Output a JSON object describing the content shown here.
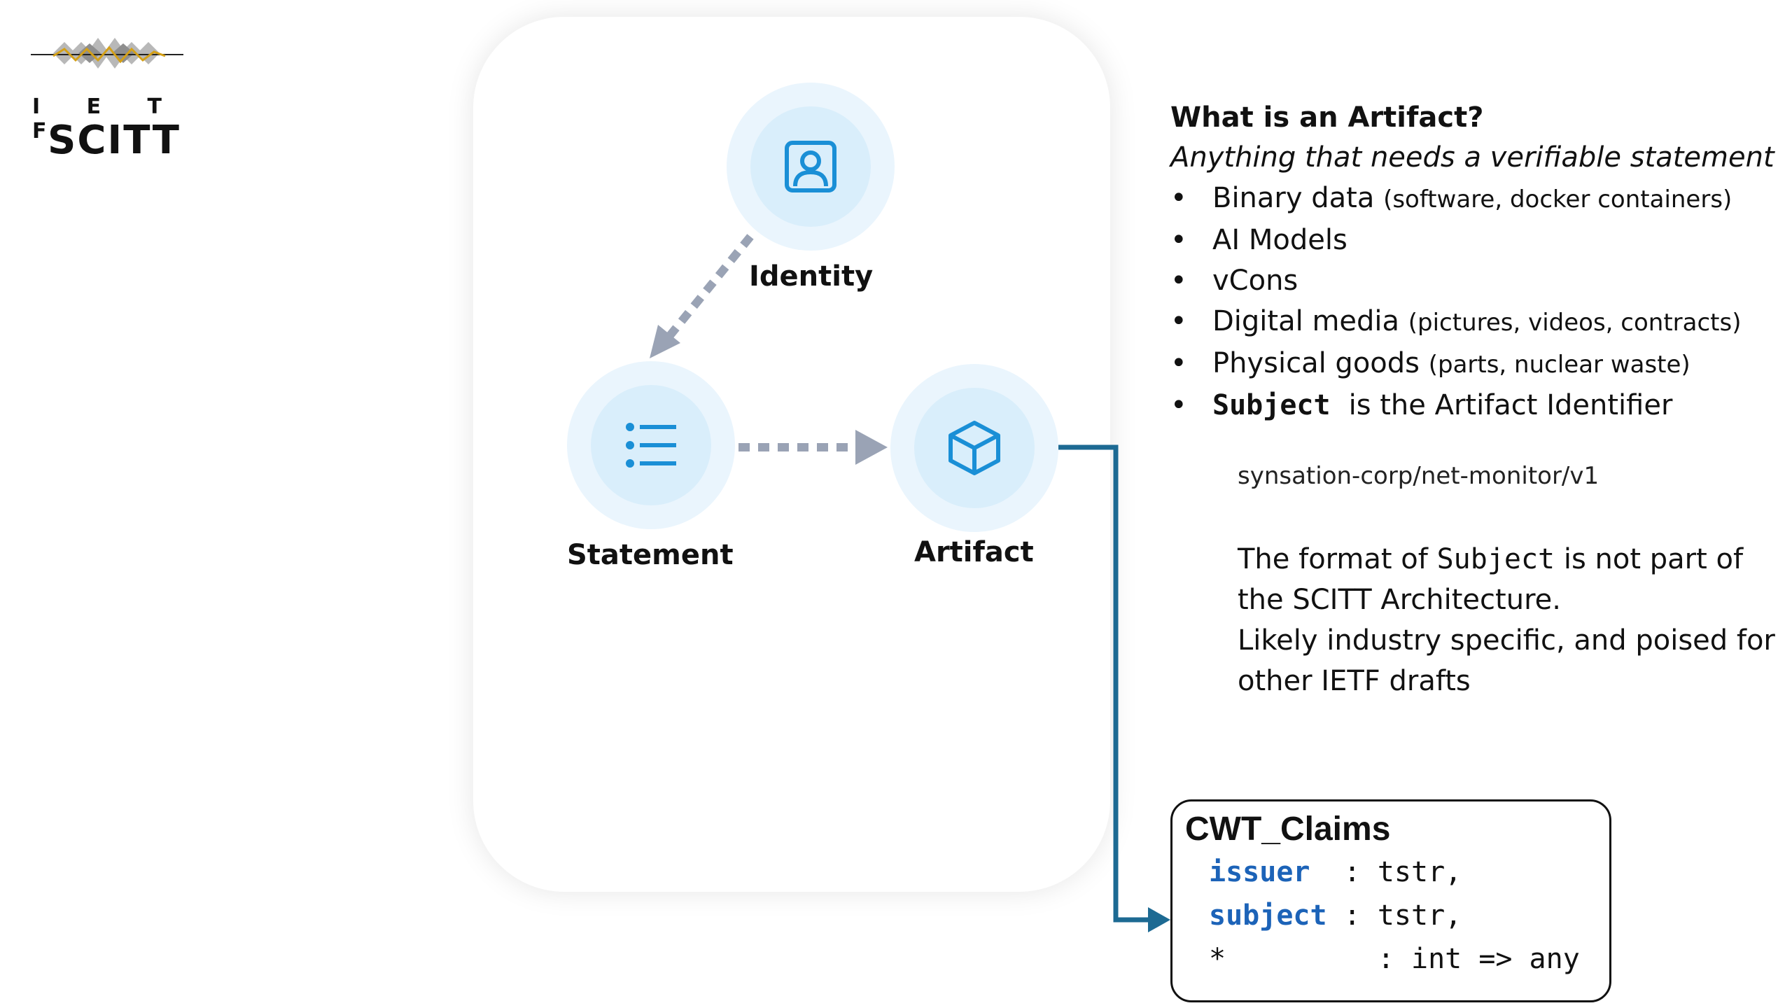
{
  "logo": {
    "org": "I E T F",
    "name": "SCITT"
  },
  "diagram": {
    "nodes": [
      {
        "label": "Identity",
        "icon": "id-badge-icon"
      },
      {
        "label": "Statement",
        "icon": "list-icon"
      },
      {
        "label": "Artifact",
        "icon": "cube-icon"
      }
    ],
    "colors": {
      "accent": "#1a8fd6",
      "ring": "#eaf5fd",
      "inner": "#d9eefb",
      "arrow": "#9aa3b5",
      "connector": "#1d6a93"
    }
  },
  "info": {
    "title": "What is an Artifact?",
    "subtitle": "Anything that needs a verifiable statement",
    "bullets": [
      {
        "text": "Binary data",
        "note": "(software, docker containers)"
      },
      {
        "text": "AI Models",
        "note": ""
      },
      {
        "text": "vCons",
        "note": ""
      },
      {
        "text": "Digital media",
        "note": "(pictures, videos, contracts)"
      },
      {
        "text": "Physical goods",
        "note": "(parts, nuclear waste)"
      },
      {
        "code": "Subject",
        "text": "is the Artifact Identifier"
      }
    ],
    "subject_example": "synsation-corp/net-monitor/v1",
    "para": {
      "p1a": "The format of ",
      "p1code": "Subject",
      "p1b": " is not part of the SCITT Architecture.",
      "p2": "Likely industry specific, and poised for other IETF drafts"
    }
  },
  "cwt": {
    "title": "CWT_Claims",
    "lines": [
      {
        "key": "issuer",
        "rest": "  : tstr,"
      },
      {
        "key": "subject",
        "rest": " : tstr,"
      },
      {
        "key": "",
        "rest": "*         : int => any"
      }
    ]
  }
}
